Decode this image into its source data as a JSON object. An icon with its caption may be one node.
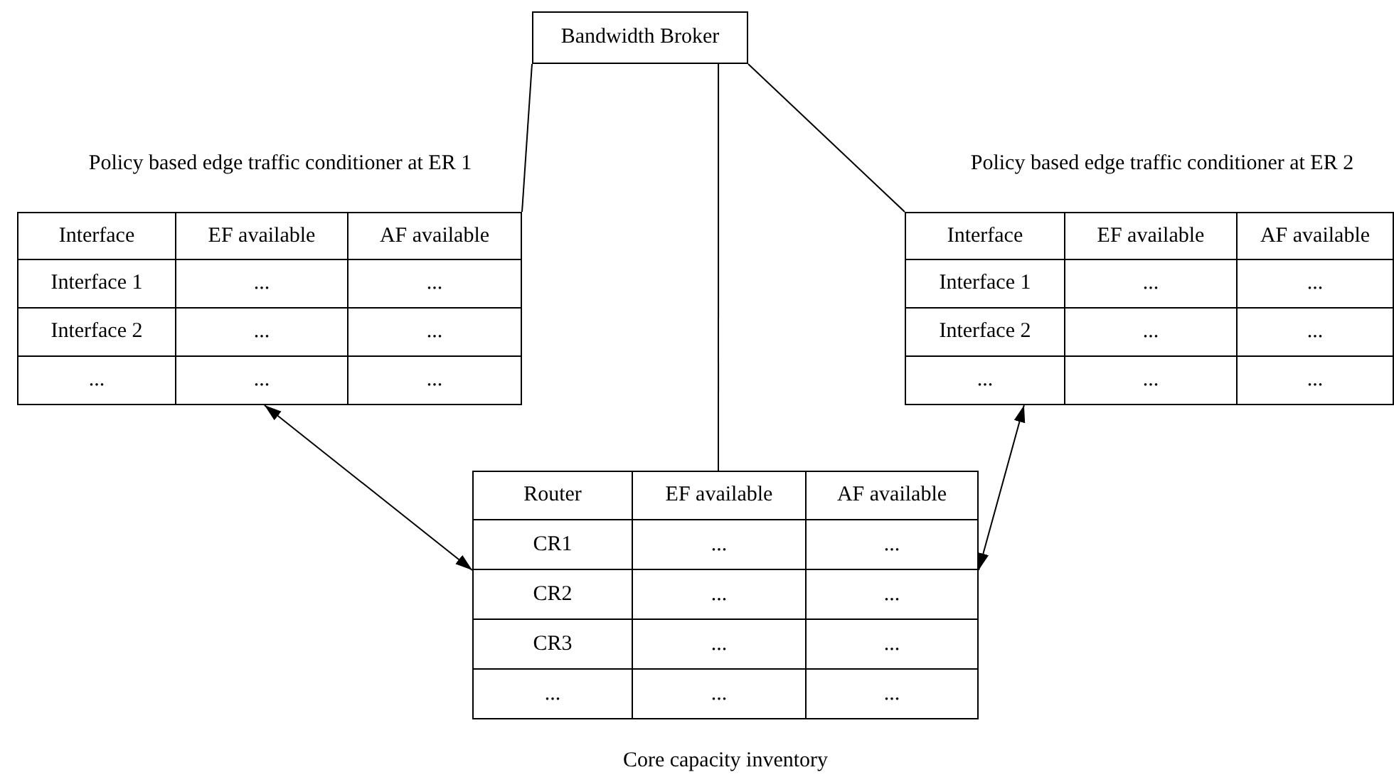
{
  "diagram": {
    "nodes": [
      {
        "text": [
          "Bandwidth Broker"
        ]
      },
      {
        "text": [
          "Policy based edge traffic conditioner at ER 1"
        ]
      },
      {
        "text": [
          "Interface"
        ],
        "in": 1
      },
      {
        "text": [
          "EF available"
        ],
        "in": 1
      },
      {
        "text": [
          "AF available"
        ],
        "in": 1
      },
      {
        "text": [
          "Interface 1"
        ],
        "in": 1
      },
      {
        "text": [
          "..."
        ],
        "in": 1
      },
      {
        "text": [
          "..."
        ],
        "in": 1
      },
      {
        "text": [
          "Interface 2"
        ],
        "in": 1
      },
      {
        "text": [
          "..."
        ],
        "in": 1
      },
      {
        "text": [
          "..."
        ],
        "in": 1
      },
      {
        "text": [
          "..."
        ],
        "in": 1
      },
      {
        "text": [
          "..."
        ],
        "in": 1
      },
      {
        "text": [
          "..."
        ],
        "in": 1
      },
      {
        "text": [
          "Policy based edge traffic conditioner at ER 2"
        ]
      },
      {
        "text": [
          "Interface"
        ],
        "in": 14
      },
      {
        "text": [
          "EF available"
        ],
        "in": 14
      },
      {
        "text": [
          "AF available"
        ],
        "in": 14
      },
      {
        "text": [
          "Interface 1"
        ],
        "in": 14
      },
      {
        "text": [
          "..."
        ],
        "in": 14
      },
      {
        "text": [
          "..."
        ],
        "in": 14
      },
      {
        "text": [
          "Interface 2"
        ],
        "in": 14
      },
      {
        "text": [
          "..."
        ],
        "in": 14
      },
      {
        "text": [
          "..."
        ],
        "in": 14
      },
      {
        "text": [
          "..."
        ],
        "in": 14
      },
      {
        "text": [
          "..."
        ],
        "in": 14
      },
      {
        "text": [
          "..."
        ],
        "in": 14
      },
      {
        "text": [
          "Core capacity inventory"
        ]
      },
      {
        "text": [
          "Router"
        ],
        "in": 27
      },
      {
        "text": [
          "EF available"
        ],
        "in": 27
      },
      {
        "text": [
          "AF available"
        ],
        "in": 27
      },
      {
        "text": [
          "CR1"
        ],
        "in": 27
      },
      {
        "text": [
          "..."
        ],
        "in": 27
      },
      {
        "text": [
          "..."
        ],
        "in": 27
      },
      {
        "text": [
          "CR2"
        ],
        "in": 27
      },
      {
        "text": [
          "..."
        ],
        "in": 27
      },
      {
        "text": [
          "..."
        ],
        "in": 27
      },
      {
        "text": [
          "CR3"
        ],
        "in": 27
      },
      {
        "text": [
          "..."
        ],
        "in": 27
      },
      {
        "text": [
          "..."
        ],
        "in": 27
      },
      {
        "text": [
          "..."
        ],
        "in": 27
      },
      {
        "text": [
          "..."
        ],
        "in": 27
      },
      {
        "text": [
          "..."
        ],
        "in": 27
      }
    ],
    "edges": [
      {
        "from": 0,
        "to": 1,
        "arrow": "none"
      },
      {
        "from": 0,
        "to": 27,
        "arrow": "none"
      },
      {
        "from": 0,
        "to": 14,
        "arrow": "none"
      },
      {
        "from": 1,
        "to": 27,
        "arrow": "both"
      },
      {
        "from": 14,
        "to": 27,
        "arrow": "both"
      }
    ]
  }
}
